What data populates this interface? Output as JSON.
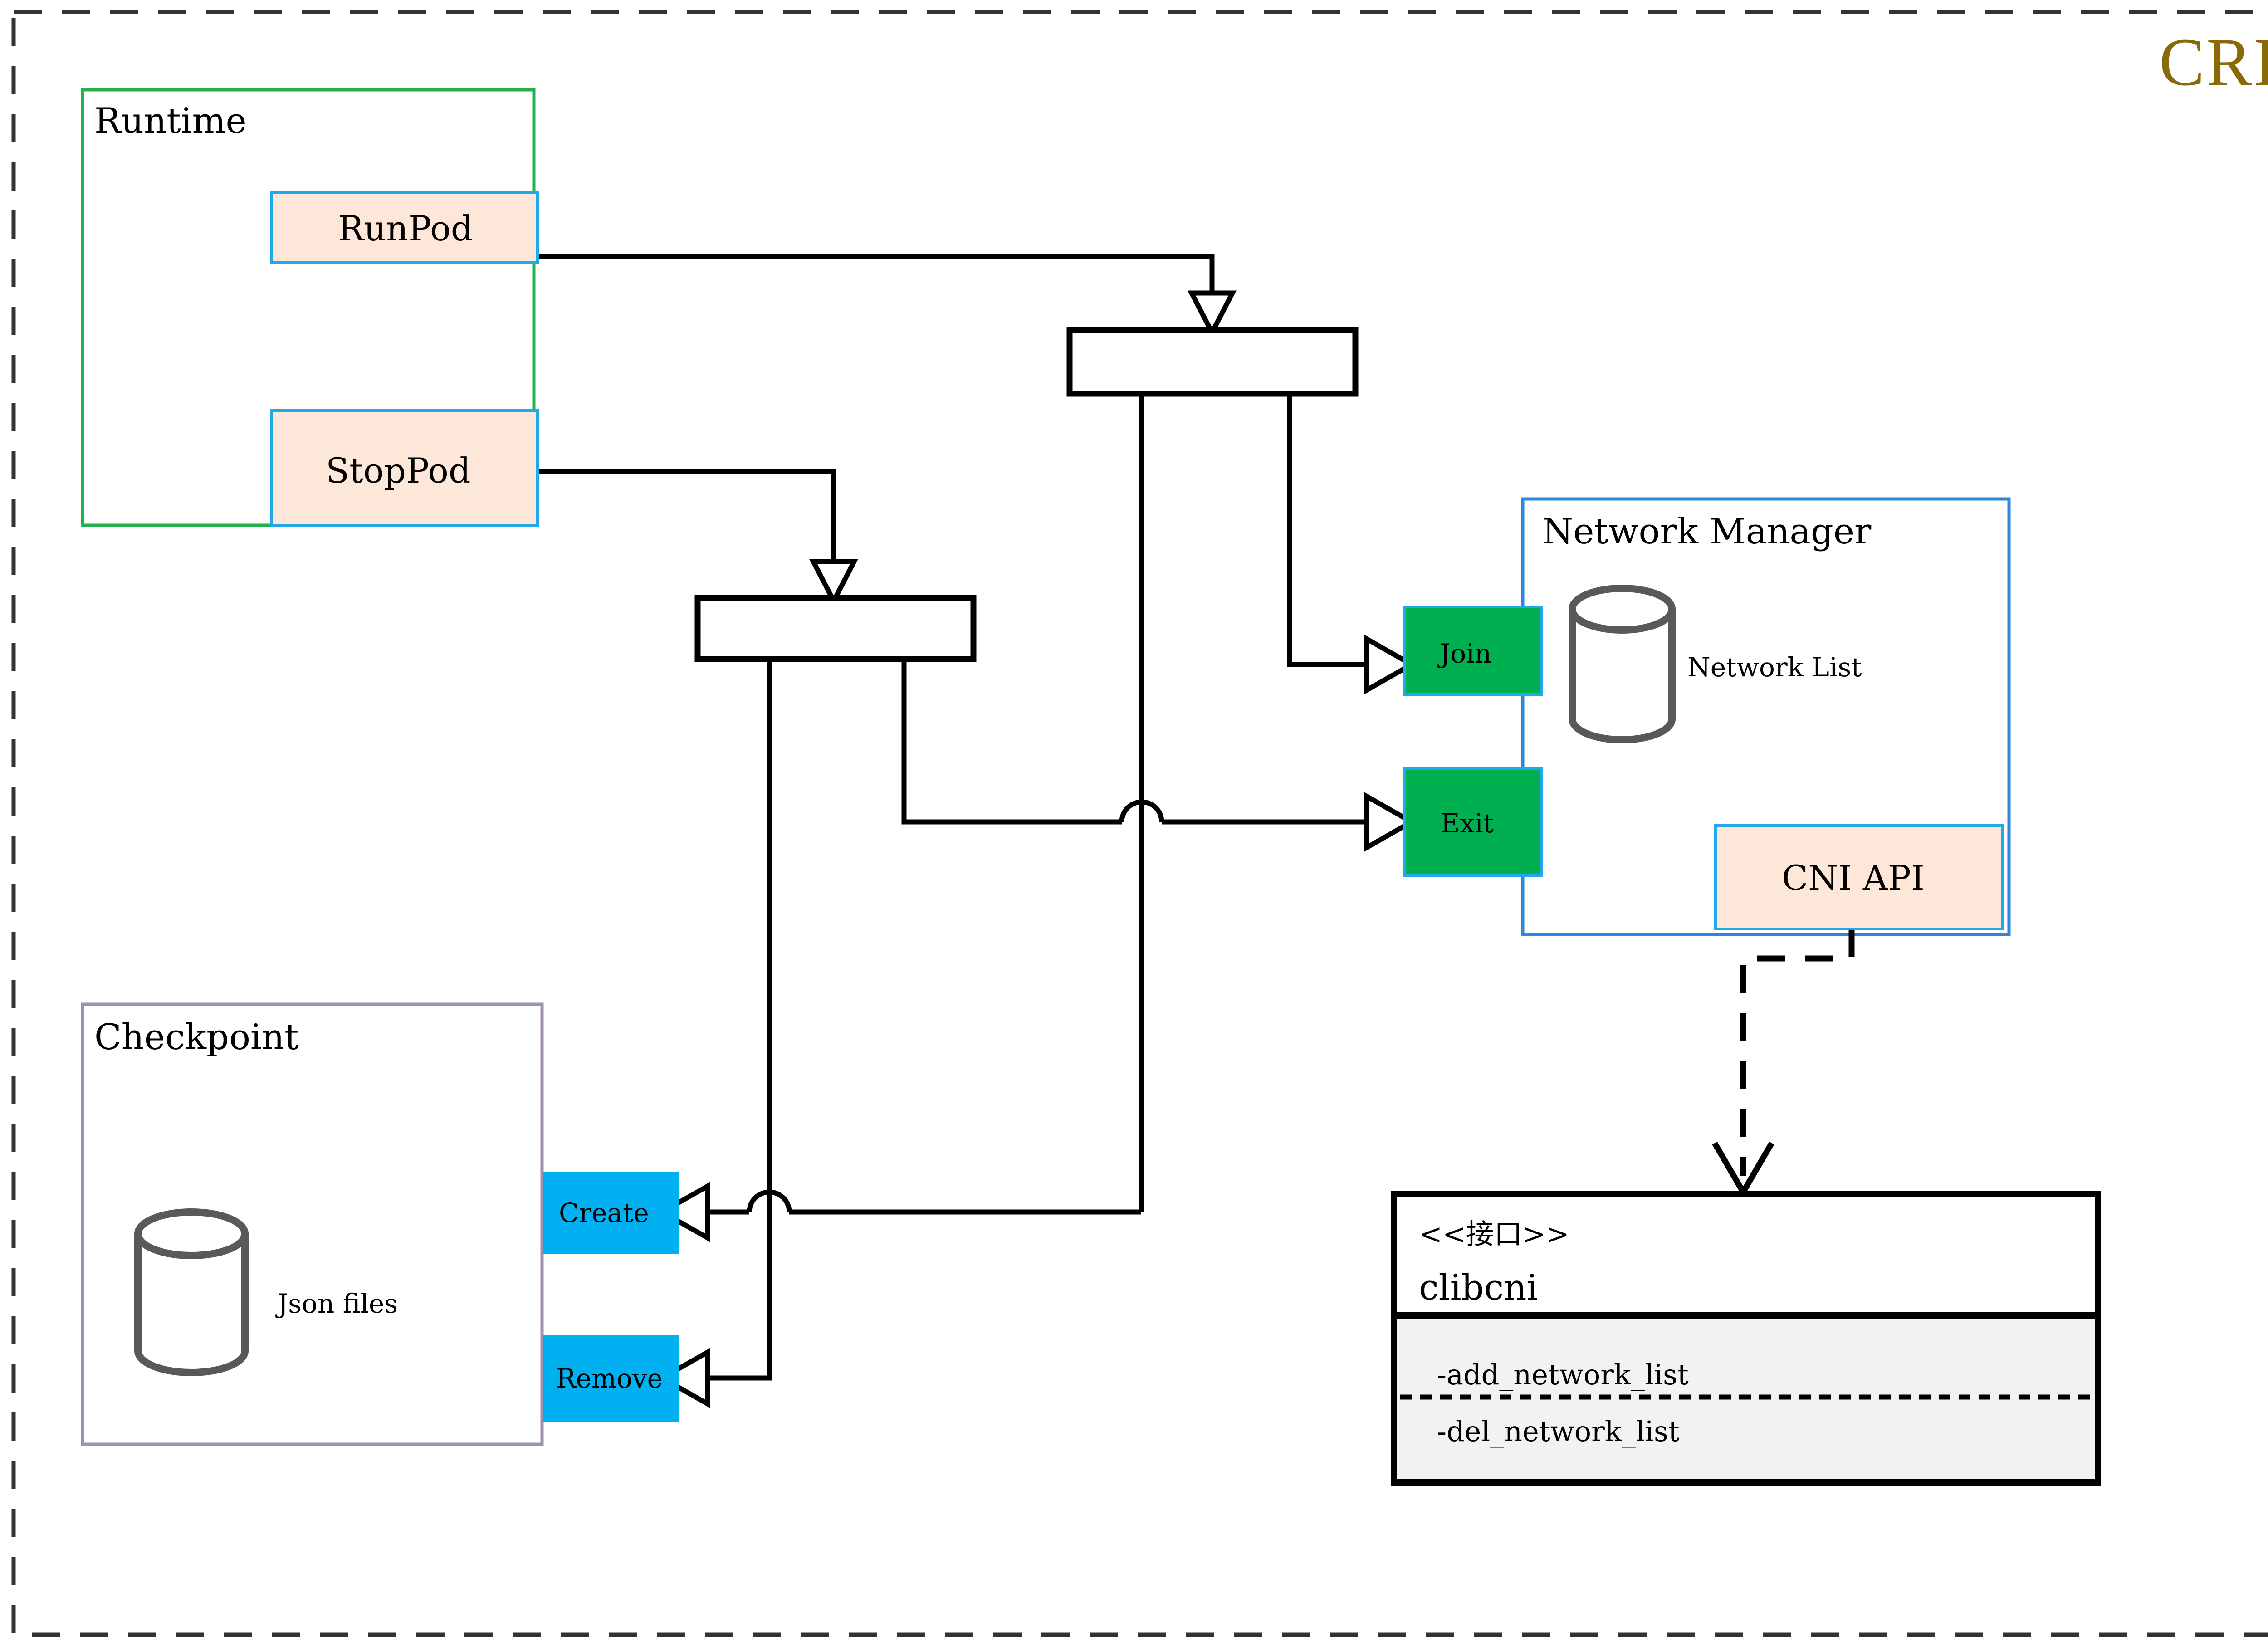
{
  "diagram": {
    "title": "CRI",
    "title_color": "#8a6a08",
    "frame": {
      "style": "dashed",
      "color": "#333333"
    }
  },
  "groups": [
    {
      "id": "runtime",
      "label": "Runtime",
      "border_color": "#22b14c",
      "fill": "#ffffff"
    },
    {
      "id": "checkpoint",
      "label": "Checkpoint",
      "border_color": "#9f8fb0",
      "fill": "#ffffff"
    },
    {
      "id": "netmgr",
      "label": "Network Manager",
      "border_color": "#2e86de",
      "fill": "#ffffff"
    }
  ],
  "nodes": {
    "runpod": {
      "label": "RunPod",
      "fill": "#fce7d8",
      "border": "#22a7e8"
    },
    "stoppod": {
      "label": "StopPod",
      "fill": "#fce7d8",
      "border": "#22a7e8"
    },
    "join": {
      "label": "Join",
      "fill": "#00b050",
      "border": "#22a7e8"
    },
    "exit": {
      "label": "Exit",
      "fill": "#00b050",
      "border": "#22a7e8"
    },
    "create": {
      "label": "Create",
      "fill": "#00b0f0",
      "border": "#00b0f0"
    },
    "remove": {
      "label": "Remove",
      "fill": "#00b0f0",
      "border": "#00b0f0"
    },
    "cniapi": {
      "label": "CNI API",
      "fill": "#fce7d8",
      "border": "#22a7e8"
    }
  },
  "datastores": [
    {
      "id": "network-list",
      "label": "Network List"
    },
    {
      "id": "json-files",
      "label": "Json files"
    }
  ],
  "interface": {
    "stereotype": "<<接口>>",
    "name": "clibcni",
    "methods": [
      "-add_network_list",
      "-del_network_list"
    ],
    "header_fill": "#ffffff",
    "methods_fill": "#f2f2f2",
    "border": "#000000"
  },
  "forks": [
    {
      "id": "fork-runpod",
      "label": ""
    },
    {
      "id": "fork-stoppod",
      "label": ""
    }
  ],
  "connections": [
    {
      "from": "runpod",
      "to": "fork-runpod",
      "style": "solid",
      "arrow": "open-triangle"
    },
    {
      "from": "stoppod",
      "to": "fork-stoppod",
      "style": "solid",
      "arrow": "open-triangle"
    },
    {
      "from": "fork-runpod",
      "to": "join",
      "style": "solid",
      "arrow": "hollow-triangle"
    },
    {
      "from": "fork-runpod",
      "to": "create",
      "style": "solid",
      "arrow": "hollow-triangle"
    },
    {
      "from": "fork-stoppod",
      "to": "exit",
      "style": "solid",
      "arrow": "hollow-triangle"
    },
    {
      "from": "fork-stoppod",
      "to": "remove",
      "style": "solid",
      "arrow": "hollow-triangle"
    },
    {
      "from": "cniapi",
      "to": "clibcni",
      "style": "dashed",
      "arrow": "open-v"
    }
  ]
}
